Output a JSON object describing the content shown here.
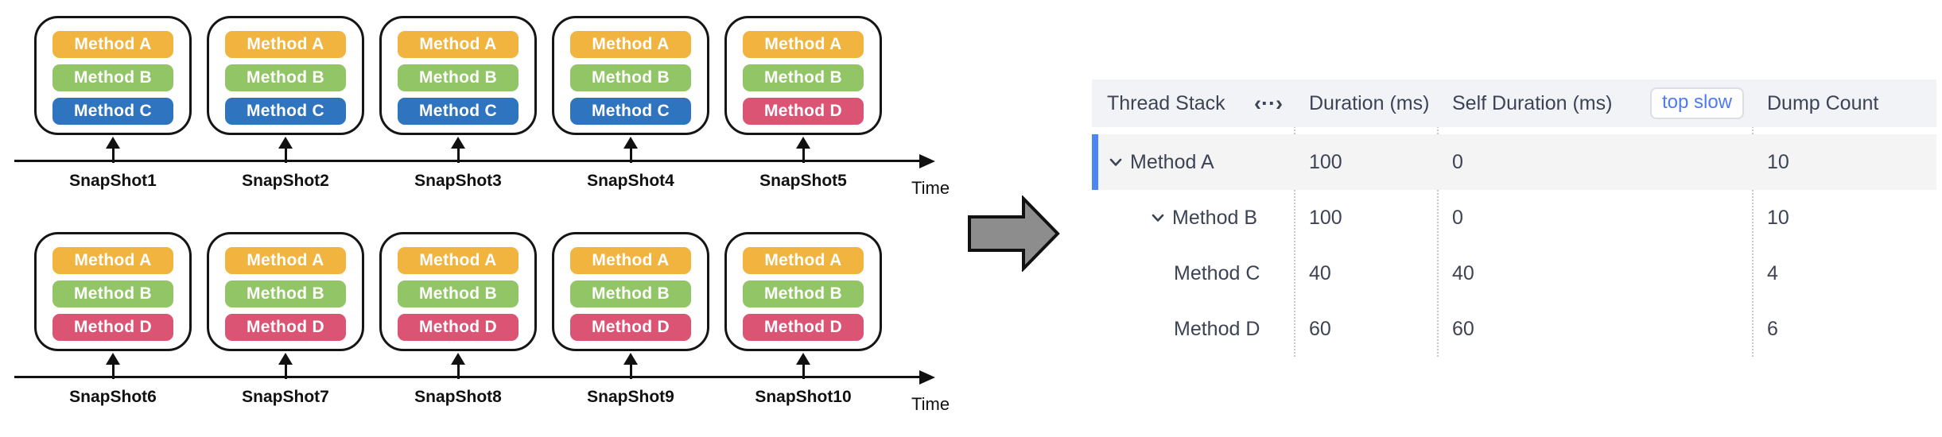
{
  "colors": {
    "method_a": "#F0B43F",
    "method_b": "#92C566",
    "method_c": "#2E74BE",
    "method_d": "#DC5474",
    "selection_blue": "#4C86F3",
    "link_blue": "#4D7BF0",
    "arrow_gray": "#8D8D8D"
  },
  "icons": {
    "column_width_icon": "‹··›"
  },
  "diagram": {
    "time_label": "Time",
    "rows": [
      {
        "snapshots": [
          {
            "label": "SnapShot1",
            "methods": [
              "Method A",
              "Method B",
              "Method C"
            ]
          },
          {
            "label": "SnapShot2",
            "methods": [
              "Method A",
              "Method B",
              "Method C"
            ]
          },
          {
            "label": "SnapShot3",
            "methods": [
              "Method A",
              "Method B",
              "Method C"
            ]
          },
          {
            "label": "SnapShot4",
            "methods": [
              "Method A",
              "Method B",
              "Method C"
            ]
          },
          {
            "label": "SnapShot5",
            "methods": [
              "Method A",
              "Method B",
              "Method D"
            ]
          }
        ]
      },
      {
        "snapshots": [
          {
            "label": "SnapShot6",
            "methods": [
              "Method A",
              "Method B",
              "Method D"
            ]
          },
          {
            "label": "SnapShot7",
            "methods": [
              "Method A",
              "Method B",
              "Method D"
            ]
          },
          {
            "label": "SnapShot8",
            "methods": [
              "Method A",
              "Method B",
              "Method D"
            ]
          },
          {
            "label": "SnapShot9",
            "methods": [
              "Method A",
              "Method B",
              "Method D"
            ]
          },
          {
            "label": "SnapShot10",
            "methods": [
              "Method A",
              "Method B",
              "Method D"
            ]
          }
        ]
      }
    ]
  },
  "table": {
    "columns": [
      "Thread Stack",
      "Duration (ms)",
      "Self Duration (ms)",
      "Dump Count"
    ],
    "top_slow_label": "top slow",
    "rows": [
      {
        "name": "Method A",
        "duration": "100",
        "self_duration": "0",
        "dump_count": "10"
      },
      {
        "name": "Method B",
        "duration": "100",
        "self_duration": "0",
        "dump_count": "10"
      },
      {
        "name": "Method C",
        "duration": "40",
        "self_duration": "40",
        "dump_count": "4"
      },
      {
        "name": "Method D",
        "duration": "60",
        "self_duration": "60",
        "dump_count": "6"
      }
    ]
  }
}
